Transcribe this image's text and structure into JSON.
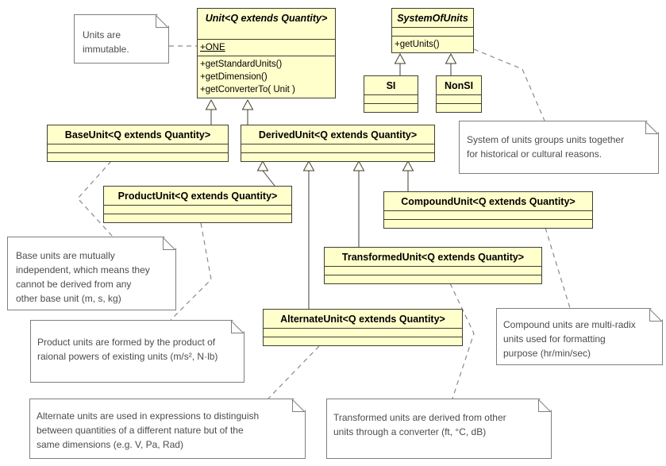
{
  "colors": {
    "class_fill": "#ffffcc",
    "class_border": "#3f3f33",
    "note_border": "#7f7f7f",
    "note_text": "#4c4c4c",
    "dash": "#8a8a8a",
    "solid": "#3f3f33",
    "canvas": "#ffffff"
  },
  "classes": {
    "unit": {
      "title": "Unit<Q extends Quantity>",
      "attribute": "+ONE",
      "methods": [
        "+getStandardUnits()",
        "+getDimension()",
        "+getConverterTo( Unit )"
      ]
    },
    "system_of_units": {
      "title": "SystemOfUnits",
      "method": "+getUnits()"
    },
    "si": {
      "title": "SI"
    },
    "nonsi": {
      "title": "NonSI"
    },
    "base_unit": {
      "title": "BaseUnit<Q extends Quantity>"
    },
    "derived_unit": {
      "title": "DerivedUnit<Q extends Quantity>"
    },
    "product_unit": {
      "title": "ProductUnit<Q extends Quantity>"
    },
    "compound_unit": {
      "title": "CompoundUnit<Q extends Quantity>"
    },
    "transformed_unit": {
      "title": "TransformedUnit<Q extends Quantity>"
    },
    "alternate_unit": {
      "title": "AlternateUnit<Q extends Quantity>"
    }
  },
  "notes": {
    "immutable": {
      "lines": [
        "Units are",
        "immutable."
      ]
    },
    "system": {
      "lines": [
        "System of units groups units together",
        "for historical or cultural reasons."
      ]
    },
    "base": {
      "lines": [
        "Base units are mutually",
        "independent, which means they",
        "cannot be derived from any",
        "other base unit (m, s, kg)"
      ]
    },
    "product": {
      "lines": [
        "Product units are formed by the product of",
        "raional powers of existing units (m/s², N·lb)"
      ]
    },
    "compound": {
      "lines": [
        "Compound units are multi-radix",
        "units used for formatting",
        "purpose (hr/min/sec)"
      ]
    },
    "alternate": {
      "lines": [
        "Alternate units are used in expressions to distinguish",
        "between quantities of a different nature but of the",
        "same dimensions (e.g. V, Pa, Rad)"
      ]
    },
    "transformed": {
      "lines": [
        "Transformed units are derived from other",
        "units through a converter (ft, °C, dB)"
      ]
    }
  }
}
